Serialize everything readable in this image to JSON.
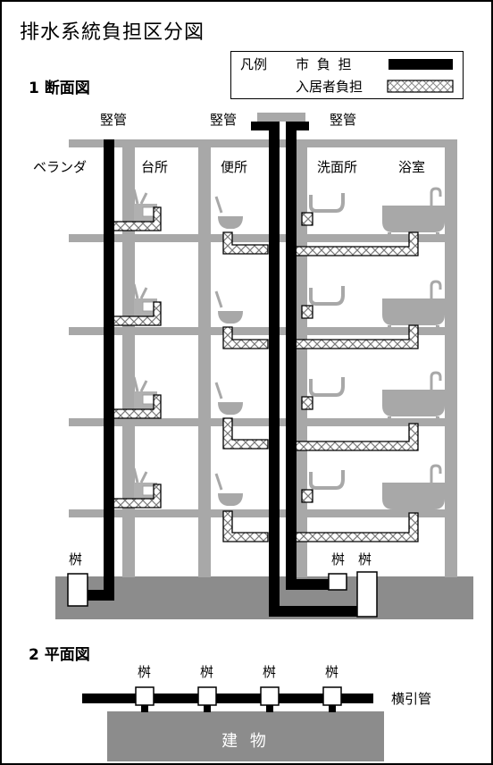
{
  "title": "排水系統負担区分図",
  "section1": "1 断面図",
  "section2": "2 平面図",
  "legend": {
    "title": "凡例",
    "city": "市 負 担",
    "resident": "入居者負担"
  },
  "section_labels": {
    "riser_left": "竪管",
    "riser_center": "竪管",
    "riser_right": "竪管",
    "veranda": "ベランダ",
    "kitchen": "台所",
    "toilet": "便所",
    "washroom": "洗面所",
    "bathroom": "浴室",
    "pit_left": "桝",
    "pit_right1": "桝",
    "pit_right2": "桝"
  },
  "plan": {
    "pits": [
      "桝",
      "桝",
      "桝",
      "桝"
    ],
    "lateral": "横引管",
    "building": "建 物"
  }
}
